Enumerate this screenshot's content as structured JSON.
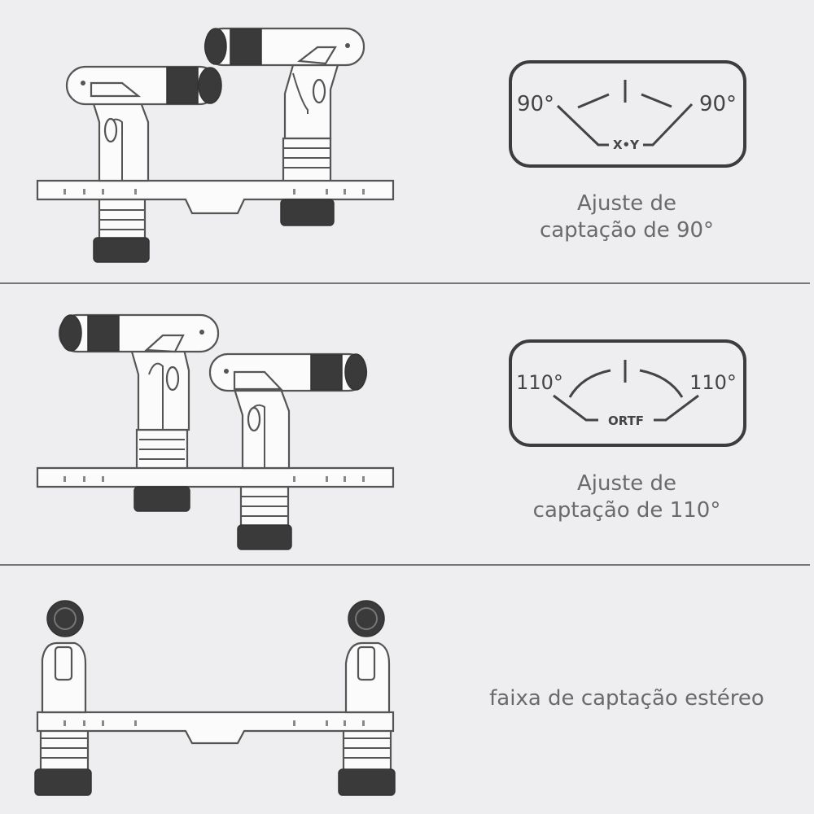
{
  "sections": [
    {
      "caption_line1": "Ajuste de",
      "caption_line2": "captação de 90°",
      "diagram": {
        "left_angle": "90°",
        "right_angle": "90°",
        "label": "X•Y"
      }
    },
    {
      "caption_line1": "Ajuste de",
      "caption_line2": "captação de 110°",
      "diagram": {
        "left_angle": "110°",
        "right_angle": "110°",
        "label": "ORTF"
      }
    },
    {
      "caption_line1": "faixa de captação estéreo"
    }
  ],
  "colors": {
    "background": "#eeeef0",
    "divider": "#777777",
    "ink": "#3a3a3a"
  }
}
